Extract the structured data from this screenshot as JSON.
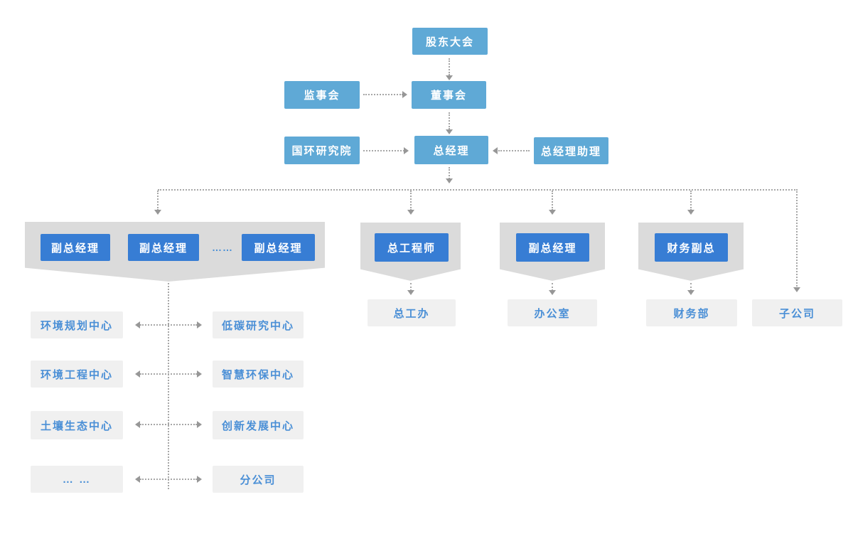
{
  "palette": {
    "light_blue": "#5FA9D6",
    "royal_blue": "#377DD4",
    "banner_gray": "#DBDBDB",
    "dept_box_gray": "#F0F0F0",
    "dept_text_blue": "#4A8FD6",
    "connector_gray": "#A7A7A7",
    "node_text_white": "#FFFFFF"
  },
  "top_chain": {
    "shareholders_meeting": "股东大会",
    "supervisory_board": "监事会",
    "board_of_directors": "董事会",
    "research_institute": "国环研究院",
    "general_manager": "总经理",
    "gm_assistant": "总经理助理"
  },
  "branch_heads": {
    "deputy_gm_1": "副总经理",
    "deputy_gm_2": "副总经理",
    "deputy_ellipsis": "……",
    "deputy_gm_3": "副总经理",
    "chief_engineer": "总工程师",
    "deputy_gm_admin": "副总经理",
    "finance_vp": "财务副总"
  },
  "departments": {
    "chief_engineer_office": "总工办",
    "general_office": "办公室",
    "finance_department": "财务部",
    "subsidiary": "子公司"
  },
  "centers": {
    "left_column": [
      "环境规划中心",
      "环境工程中心",
      "土壤生态中心",
      "… …"
    ],
    "right_column": [
      "低碳研究中心",
      "智慧环保中心",
      "创新发展中心",
      "分公司"
    ]
  }
}
